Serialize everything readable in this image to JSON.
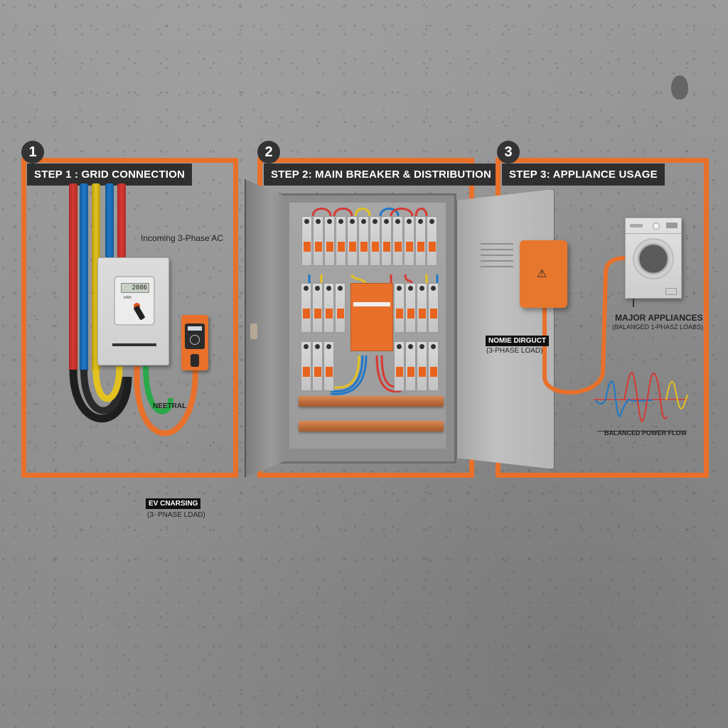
{
  "colors": {
    "accent_orange": "#e8702a",
    "title_bg": "#2f2f2f",
    "wall": "#909090",
    "wire_red": "#d63a33",
    "wire_blue": "#1f78c8",
    "wire_yellow": "#e3c21f",
    "wire_green": "#2aa84a",
    "wire_black": "#222222",
    "copper": "#c07040"
  },
  "steps": [
    {
      "number": "1",
      "title": "STEP 1 : GRID CONNECTION",
      "labels": {
        "incoming": "Incoming 3-Phase AC",
        "neutral": "NEETRAL",
        "ev_tag": "EV CNARSING",
        "ev_sub": "(3- PNASE LDAD)"
      },
      "meter": {
        "reading": "2086",
        "unit": "kWh"
      }
    },
    {
      "number": "2",
      "title": "STEP 2: MAIN BREAKER & DISTRIBUTION"
    },
    {
      "number": "3",
      "title": "STEP 3: APPLIANCE USAGE",
      "labels": {
        "home_tag": "NOMIE DIRGUCT",
        "home_sub": "(3-PHASE LOAD)",
        "appliances_title": "MAJOR APPLIANCES",
        "appliances_sub": "(BALANGED 1-PHASZ LOABS)",
        "power_flow": "BALANCED POWER FLOW"
      }
    }
  ],
  "icons": {
    "warning": "⚠"
  }
}
